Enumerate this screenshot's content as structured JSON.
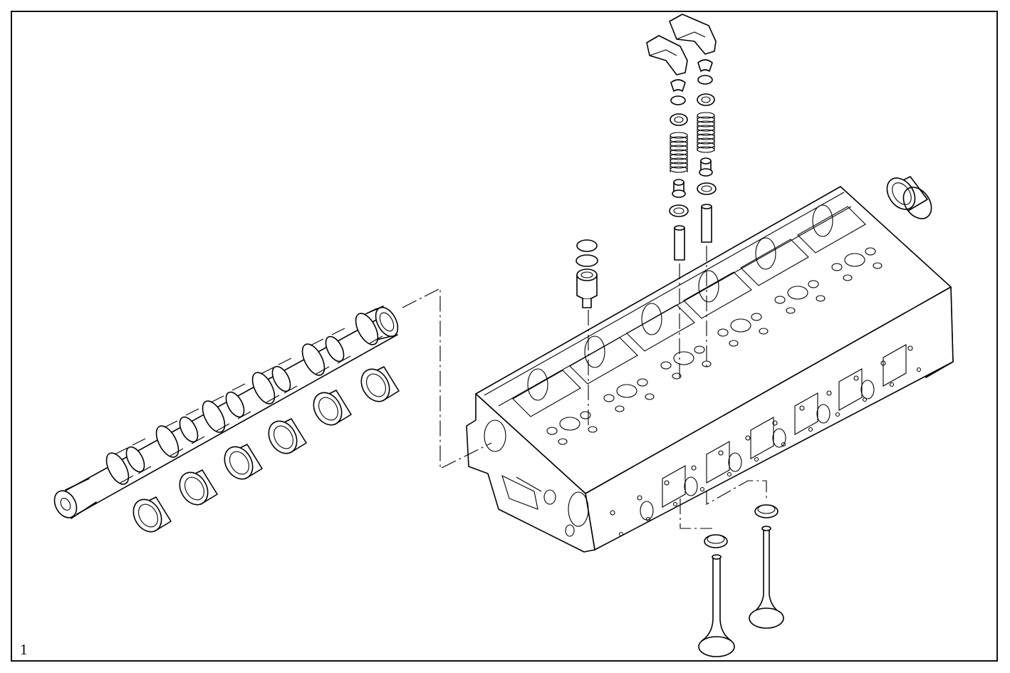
{
  "figure": {
    "number": "1"
  },
  "colors": {
    "line": "#000000",
    "background": "#ffffff"
  },
  "parts": {
    "camshaft_bearings": 6,
    "valves": 2
  }
}
